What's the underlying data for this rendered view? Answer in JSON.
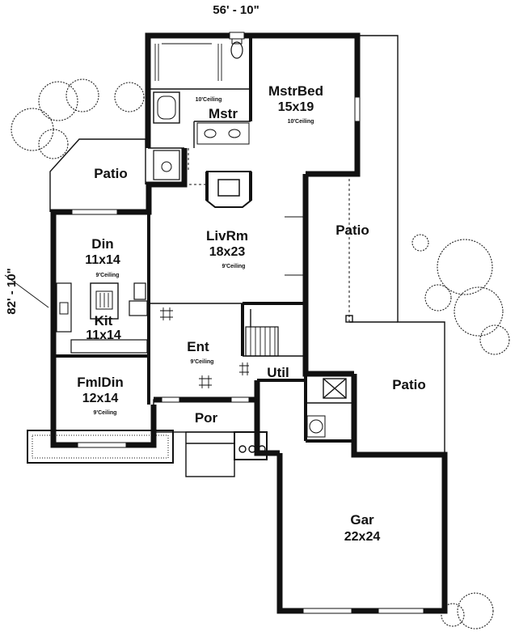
{
  "dimensions": {
    "width_label": "56' - 10\"",
    "depth_label": "82' - 10\""
  },
  "rooms": {
    "master_bed": {
      "name": "MstrBed",
      "size": "15x19",
      "ceiling": "10'Ceiling"
    },
    "master_bath": {
      "name": "Mstr",
      "ceiling": "10'Ceiling"
    },
    "patio_nw": {
      "name": "Patio"
    },
    "living": {
      "name": "LivRm",
      "size": "18x23",
      "ceiling": "9'Ceiling"
    },
    "patio_center": {
      "name": "Patio"
    },
    "dining": {
      "name": "Din",
      "size": "11x14",
      "ceiling": "9'Ceiling"
    },
    "kitchen": {
      "name": "Kit",
      "size": "11x14"
    },
    "entry": {
      "name": "Ent",
      "ceiling": "9'Ceiling"
    },
    "utility": {
      "name": "Util"
    },
    "patio_east": {
      "name": "Patio"
    },
    "family_dining": {
      "name": "FmlDin",
      "size": "12x14",
      "ceiling": "9'Ceiling"
    },
    "porch": {
      "name": "Por"
    },
    "garage": {
      "name": "Gar",
      "size": "22x24"
    }
  }
}
